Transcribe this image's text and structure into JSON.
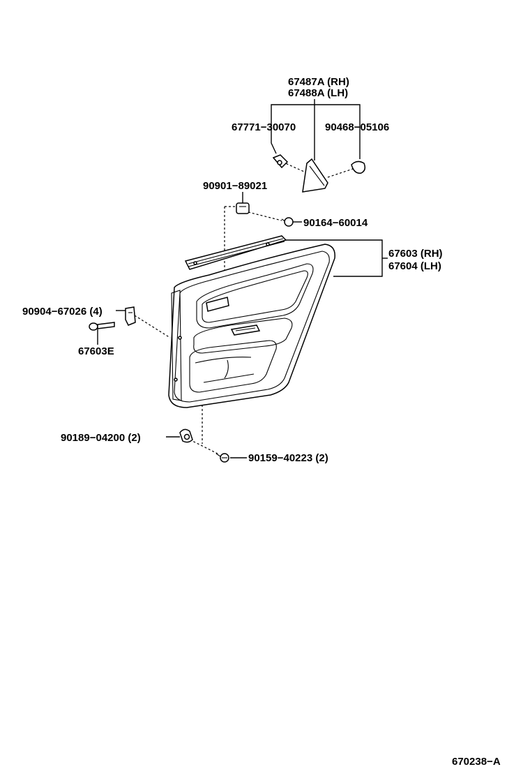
{
  "labels": {
    "trim_cover_rh": "67487A (RH)",
    "trim_cover_lh": "67488A (LH)",
    "clip_left": "67771−30070",
    "clip_right": "90468−05106",
    "retainer": "90901−89021",
    "screw_upper": "90164−60014",
    "panel_rh": "67603 (RH)",
    "panel_lh": "67604 (LH)",
    "clip_side": "90904−67026 (4)",
    "clip_side_part": "67603E",
    "clip_lower": "90189−04200 (2)",
    "screw_lower": "90159−40223 (2)",
    "diagram_code": "670238−A"
  }
}
